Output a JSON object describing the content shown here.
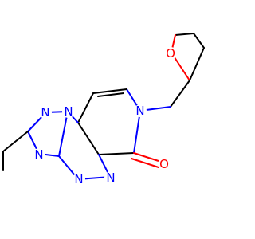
{
  "molecule": {
    "atoms": {
      "n_pyridone": {
        "label": "N",
        "element": "N",
        "color": "#0000FF"
      },
      "o_carbonyl": {
        "label": "O",
        "element": "O",
        "color": "#FF0000"
      },
      "o_thf": {
        "label": "O",
        "element": "O",
        "color": "#FF0000"
      },
      "n_bridge": {
        "label": "N",
        "element": "N",
        "color": "#0000FF"
      },
      "n_triazole_top": {
        "label": "N",
        "element": "N",
        "color": "#0000FF"
      },
      "n_triazole_bottom": {
        "label": "N",
        "element": "N",
        "color": "#0000FF"
      },
      "n_triazine_a": {
        "label": "N",
        "element": "N",
        "color": "#0000FF"
      },
      "n_triazine_b": {
        "label": "N",
        "element": "N",
        "color": "#0000FF"
      }
    },
    "colors": {
      "carbon_bond": "#000000",
      "nitrogen": "#0000FF",
      "oxygen": "#FF0000",
      "background": "#FFFFFF"
    }
  }
}
